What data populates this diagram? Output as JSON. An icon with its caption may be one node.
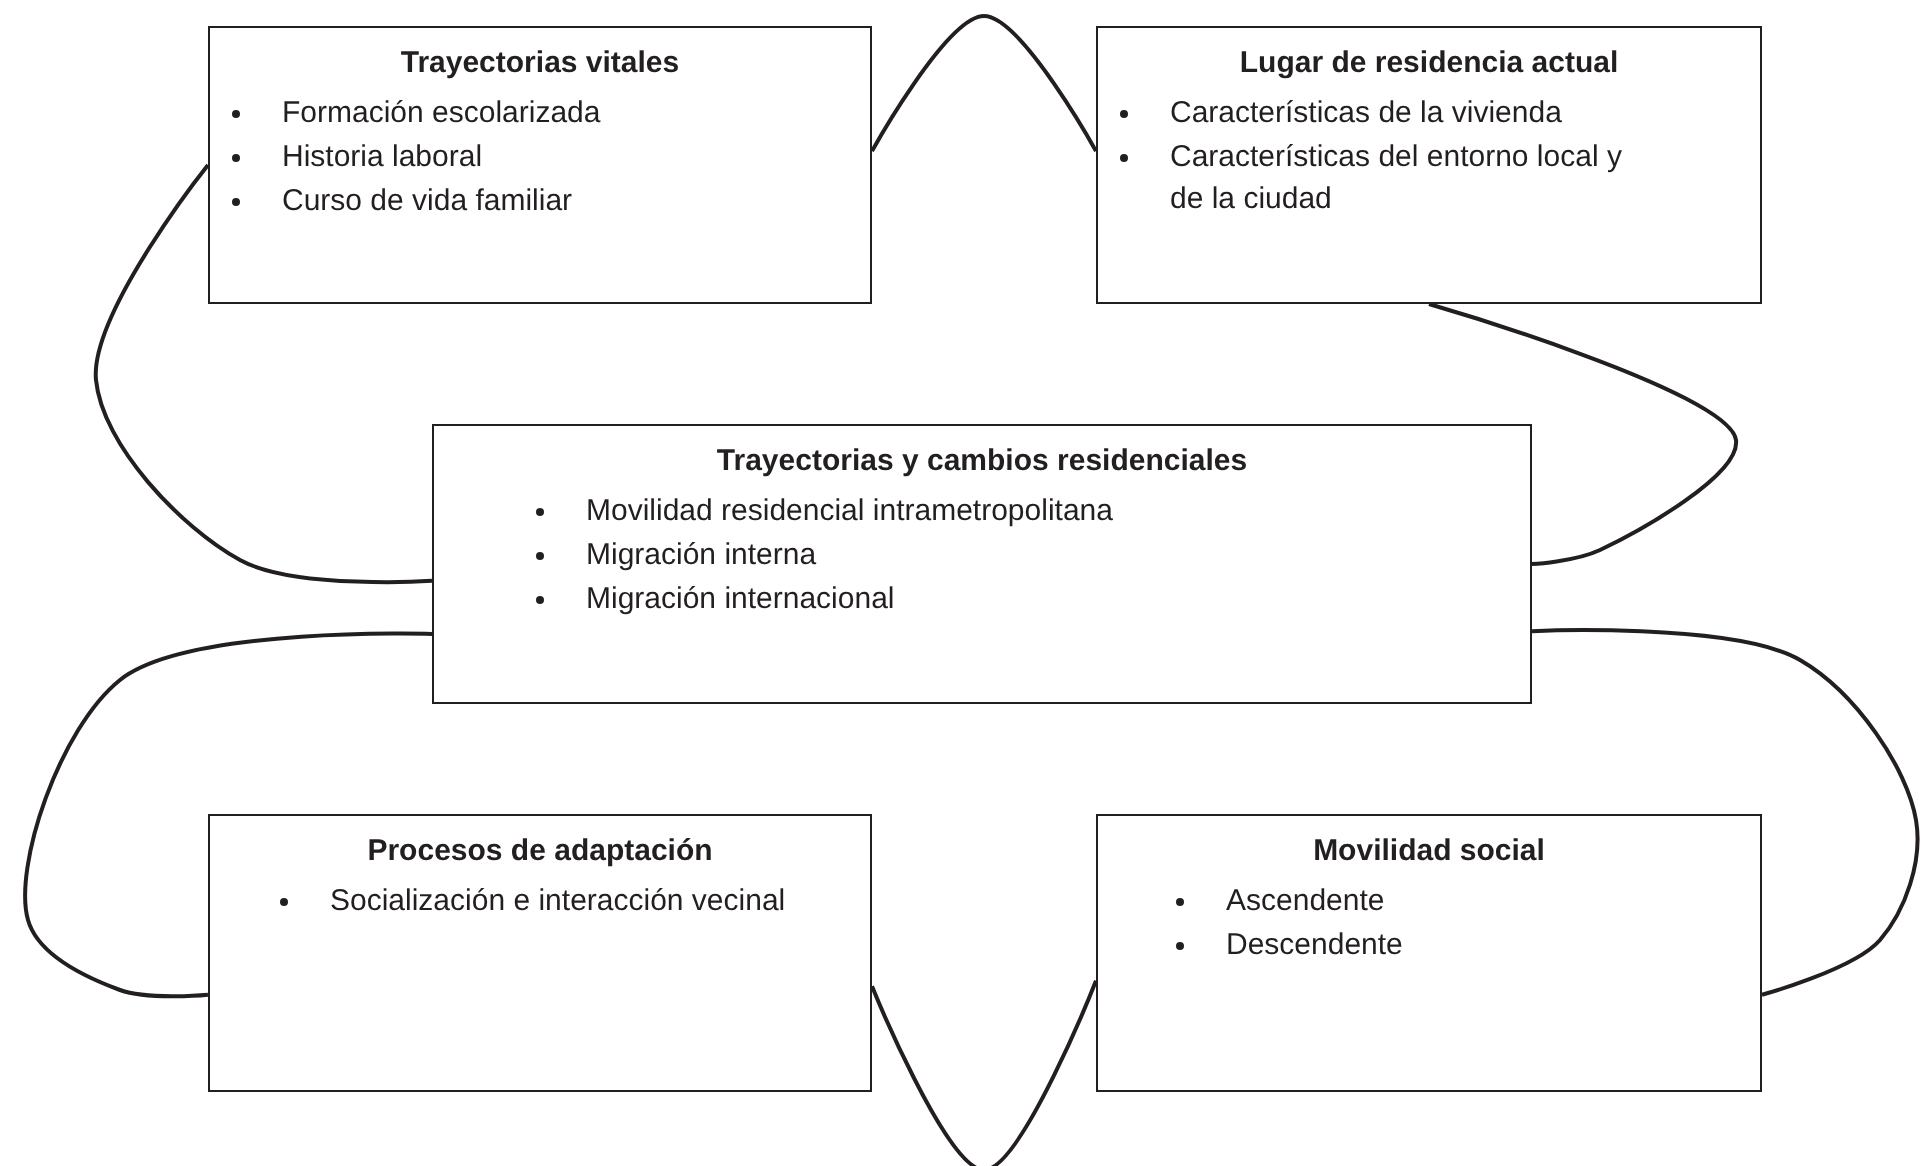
{
  "diagram": {
    "nodes": [
      {
        "text": [
          "Trayectorias vitales",
          "Formación escolarizada",
          "Historia laboral",
          "Curso de vida familiar"
        ]
      },
      {
        "text": [
          "Lugar de residencia actual",
          "Características de la vivienda",
          "Características del entorno local y de la ciudad"
        ]
      },
      {
        "text": [
          "Trayectorias y cambios residenciales",
          "Movilidad residencial intrametropolitana",
          "Migración interna",
          "Migración internacional"
        ]
      },
      {
        "text": [
          "Procesos de adaptación",
          "Socialización e interacción vecinal"
        ]
      },
      {
        "text": [
          "Movilidad social",
          "Ascendente",
          "Descendente"
        ]
      }
    ],
    "edges": [
      {
        "from": 0,
        "to": 1,
        "arrow": "none"
      },
      {
        "from": 0,
        "to": 2,
        "arrow": "none"
      },
      {
        "from": 1,
        "to": 2,
        "arrow": "none"
      },
      {
        "from": 2,
        "to": 3,
        "arrow": "none"
      },
      {
        "from": 2,
        "to": 4,
        "arrow": "none"
      },
      {
        "from": 3,
        "to": 4,
        "arrow": "none"
      }
    ]
  }
}
